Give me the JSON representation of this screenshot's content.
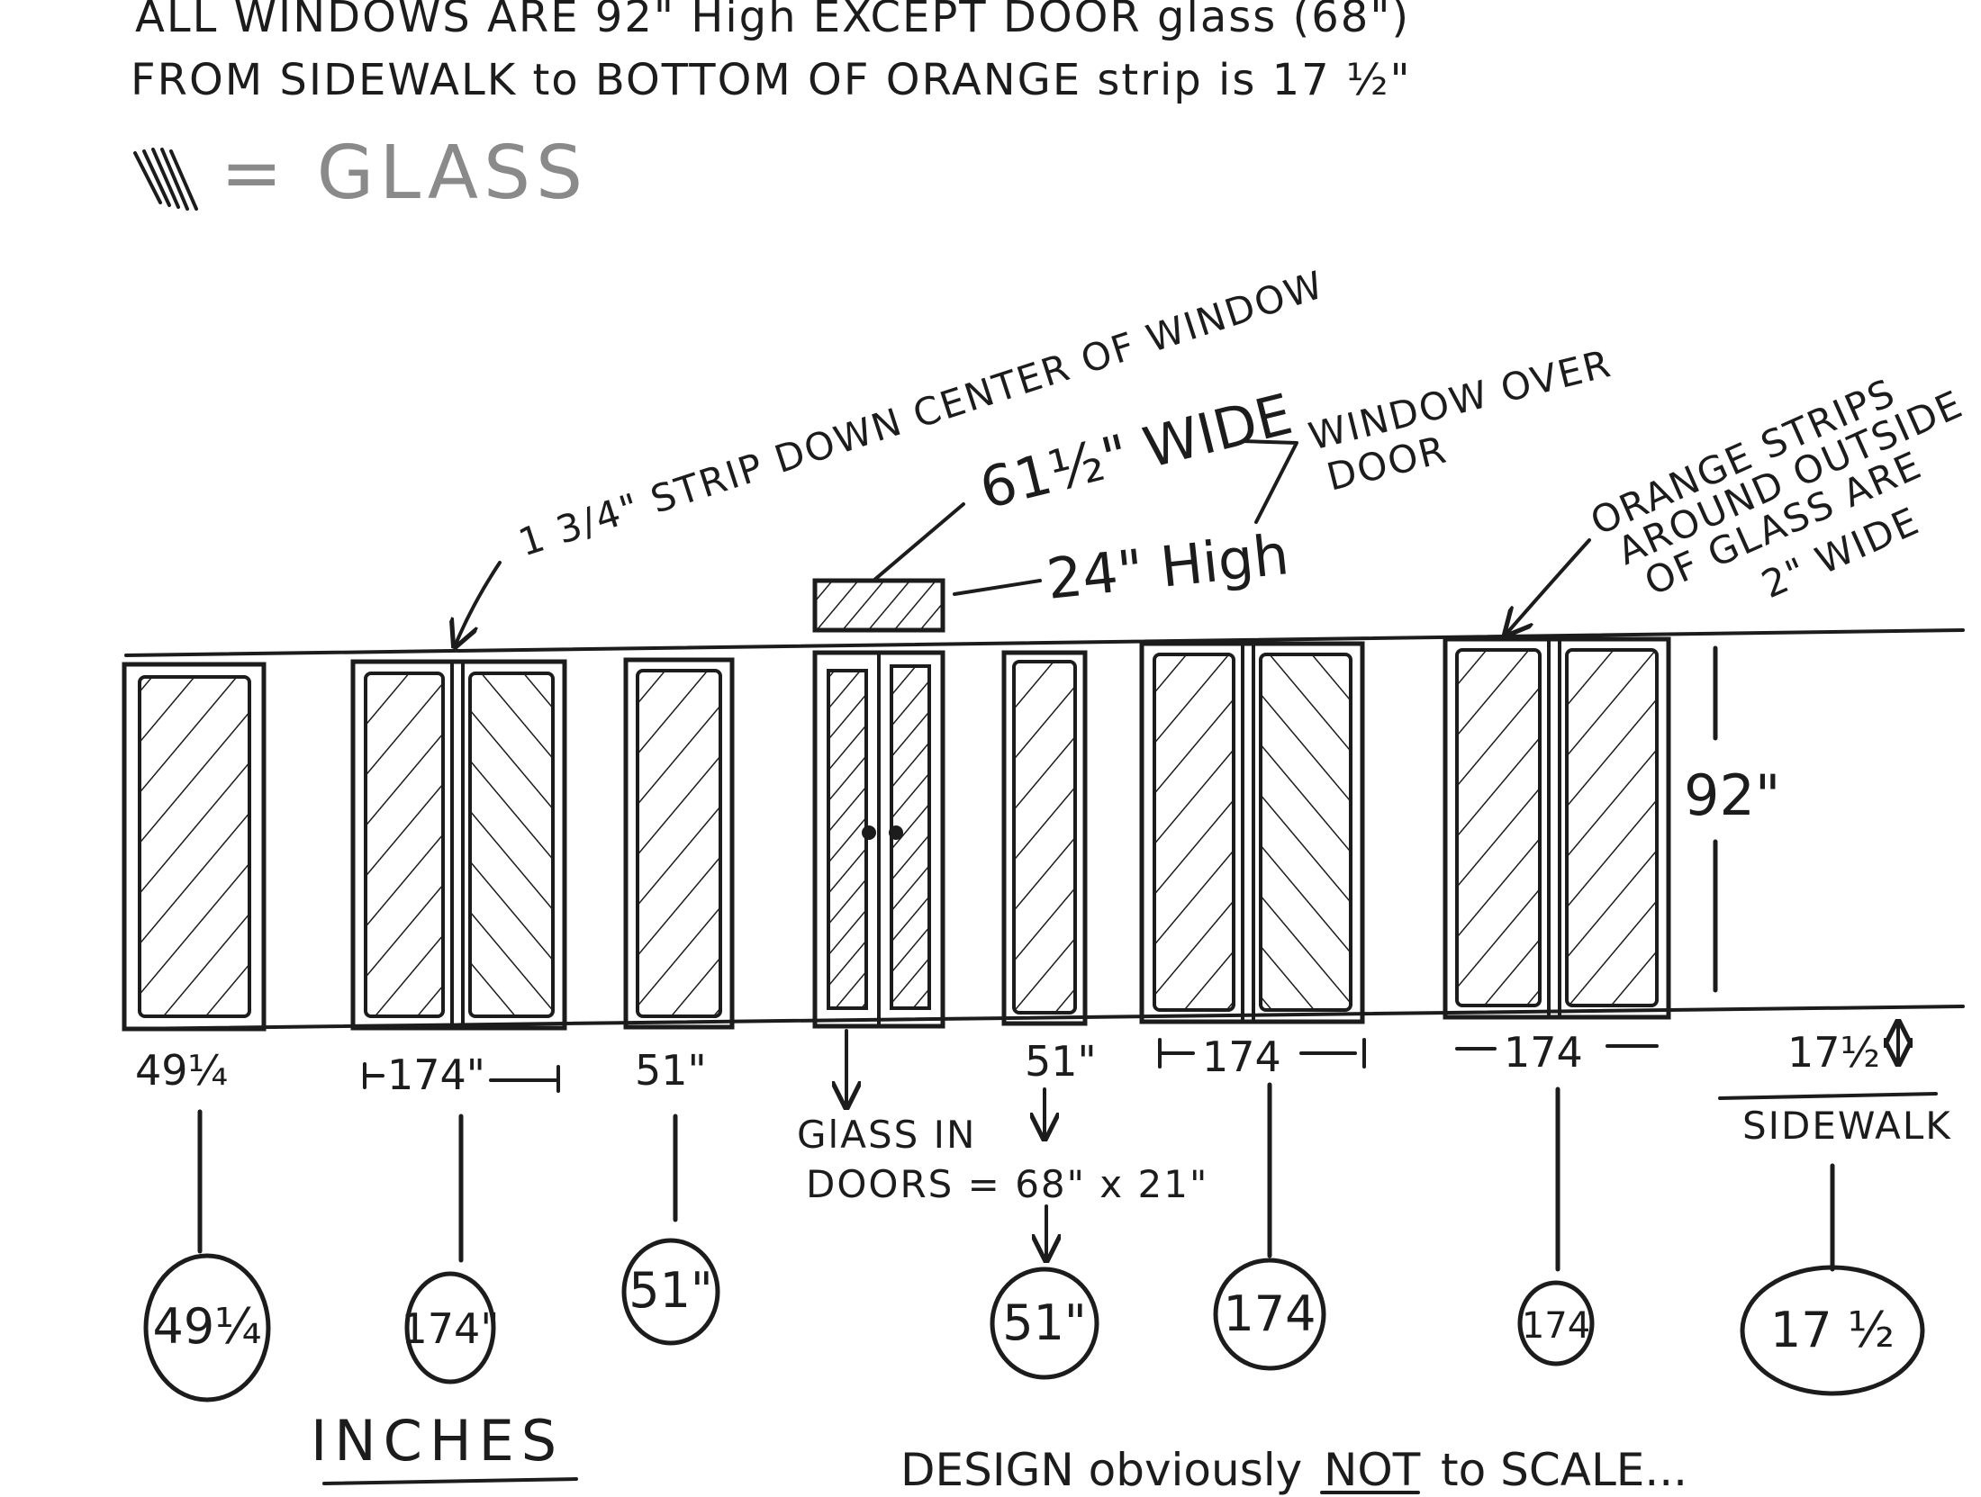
{
  "header": {
    "line1": "ALL WINDOWS ARE 92\" High EXCEPT DOOR glass (68\")",
    "line2": "FROM SIDEWALK to BOTTOM OF ORANGE strip is 17 ½\""
  },
  "legend": {
    "label": "= GLASS",
    "swatch_icon": "hatch-lines-icon"
  },
  "callouts": {
    "center_strip": "1 3/4\" STRIP DOWN CENTER OF WINDOW",
    "transom_width": "61½\" WIDE",
    "transom_height": "24\" High",
    "window_over_door_1": "WINDOW OVER",
    "window_over_door_2": "DOOR",
    "orange_1": "ORANGE STRIPS",
    "orange_2": "AROUND OUTSIDE",
    "orange_3": "OF GLASS ARE",
    "orange_4": "2\" WIDE",
    "height_92": "92\"",
    "sidewalk_offset": "17½",
    "sidewalk": "SIDEWALK"
  },
  "widths": {
    "w1": "49¼",
    "w2": "174\"",
    "w3": "51\"",
    "w5": "51\"",
    "w6": "174",
    "w7": "174"
  },
  "door_glass": {
    "line1": "GlASS IN",
    "line2": "DOORS = 68\" x 21\""
  },
  "circled": {
    "c1": "49¼",
    "c2": "174\"",
    "c3": "51\"",
    "c5": "51\"",
    "c6": "174",
    "c7": "174",
    "c8": "17 ½"
  },
  "footer": {
    "units": "INCHES",
    "note_pre": "DESIGN obviously",
    "note_not": "NOT",
    "note_post": "to SCALE..."
  },
  "colors": {
    "ink": "#1c1c1c",
    "paper": "#ffffff",
    "legend_text": "#8a8a8a"
  }
}
